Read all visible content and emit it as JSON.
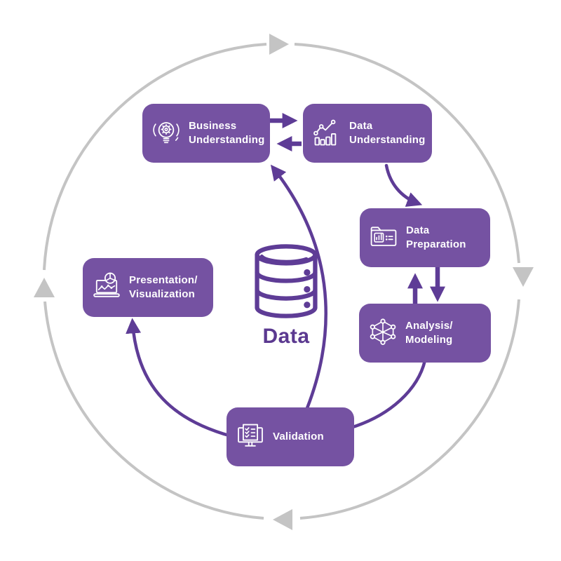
{
  "diagram": {
    "type": "cycle",
    "center": {
      "label": "Data",
      "icon": "database-icon"
    },
    "nodes": [
      {
        "id": "business-understanding",
        "label": "Business\nUnderstanding",
        "icon": "lightbulb-gear-icon"
      },
      {
        "id": "data-understanding",
        "label": "Data\nUnderstanding",
        "icon": "chart-growth-icon"
      },
      {
        "id": "data-preparation",
        "label": "Data\nPreparation",
        "icon": "folder-data-icon"
      },
      {
        "id": "analysis-modeling",
        "label": "Analysis/\nModeling",
        "icon": "network-cube-icon"
      },
      {
        "id": "validation",
        "label": "Validation",
        "icon": "checklist-monitor-icon"
      },
      {
        "id": "presentation-visualization",
        "label": "Presentation/\nVisualization",
        "icon": "laptop-charts-icon"
      }
    ],
    "flows": [
      {
        "from": "business-understanding",
        "to": "data-understanding",
        "style": "arrow"
      },
      {
        "from": "data-understanding",
        "to": "business-understanding",
        "style": "arrow"
      },
      {
        "from": "data-understanding",
        "to": "data-preparation",
        "style": "arrow"
      },
      {
        "from": "data-preparation",
        "to": "analysis-modeling",
        "style": "arrow"
      },
      {
        "from": "analysis-modeling",
        "to": "data-preparation",
        "style": "arrow"
      },
      {
        "from": "analysis-modeling",
        "to": "validation",
        "style": "line"
      },
      {
        "from": "validation",
        "to": "presentation-visualization",
        "style": "arrow"
      },
      {
        "from": "validation",
        "to": "business-understanding",
        "style": "arrow"
      }
    ],
    "outer_cycle": {
      "direction": "clockwise",
      "arrowheads": 4
    }
  },
  "theme": {
    "box_purple": "#7552a2",
    "arrow_purple": "#5e3c96",
    "circle_gray": "#c4c4c4",
    "icon_white": "#ffffff",
    "data_label_purple": "#5b3990",
    "page_bg": "#ffffff"
  }
}
